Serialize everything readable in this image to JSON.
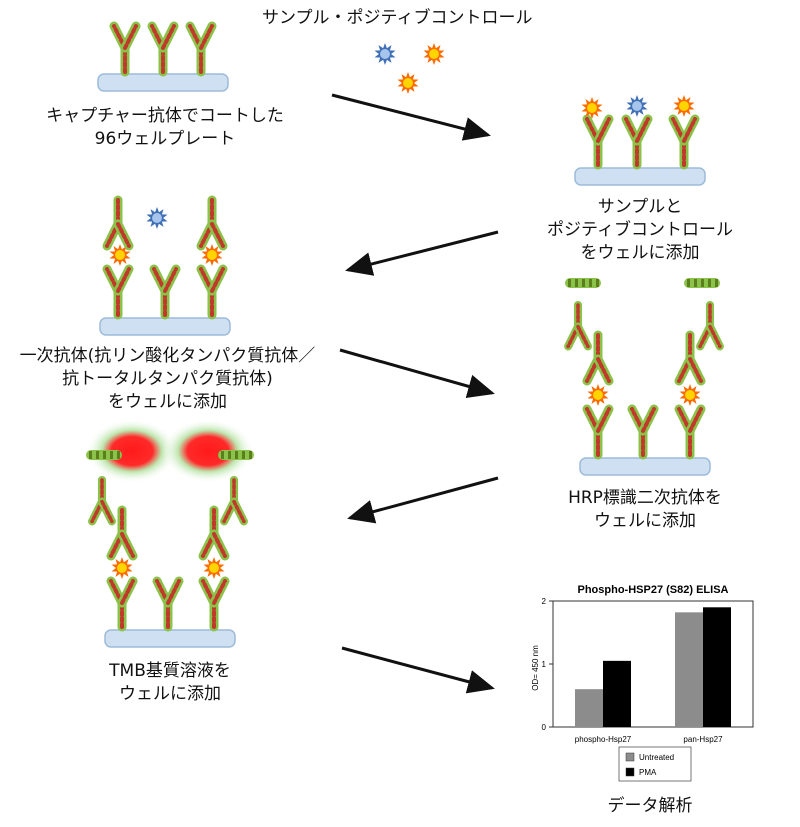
{
  "steps": {
    "step1": {
      "lines": [
        "キャプチャー抗体でコートした",
        "96ウェルプレート"
      ]
    },
    "step2_top": {
      "text": "サンプル・ポジティブコントロール"
    },
    "step2": {
      "lines": [
        "サンプルと",
        "ポジティブコントロール",
        "をウェルに添加"
      ]
    },
    "step3": {
      "lines": [
        "一次抗体(抗リン酸化タンパク質抗体／",
        "抗トータルタンパク質抗体)",
        "をウェルに添加"
      ]
    },
    "step4": {
      "lines": [
        "HRP標識二次抗体を",
        "ウェルに添加"
      ]
    },
    "step5": {
      "lines": [
        "TMB基質溶液を",
        "ウェルに添加"
      ]
    },
    "step6": {
      "text": "データ解析"
    }
  },
  "colors": {
    "plate": "#cfe0f2",
    "plate_border": "#9dbbd9",
    "antibody_red": "#c0392b",
    "antibody_green": "#8bc34a",
    "star_yellow": "#ffd400",
    "star_orange": "#ff6a00",
    "star_blue": "#3f6fb5",
    "hrp_red": "#ff1a1a",
    "hrp_glow": "#7ad67a"
  },
  "chart_data": {
    "type": "bar",
    "title": "Phospho-HSP27 (S82) ELISA",
    "ylabel": "OD= 450 nm",
    "ylim": [
      0,
      2
    ],
    "yticks": [
      0,
      1,
      2
    ],
    "categories": [
      "phospho-Hsp27",
      "pan-Hsp27"
    ],
    "series": [
      {
        "name": "Untreated",
        "color": "#8c8c8c",
        "values": [
          0.6,
          1.82
        ]
      },
      {
        "name": "PMA",
        "color": "#000000",
        "values": [
          1.05,
          1.9
        ]
      }
    ]
  }
}
